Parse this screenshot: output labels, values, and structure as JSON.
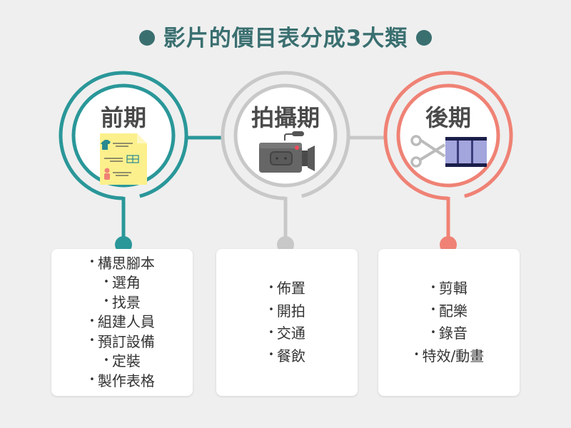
{
  "title": "影片的價目表分成3大類",
  "colors": {
    "pre": "#2a9799",
    "shoot": "#c8c8c8",
    "post": "#ef8275",
    "title": "#3a6f70"
  },
  "phases": [
    {
      "label": "前期",
      "icon": "script-document-icon",
      "items": [
        "構思腳本",
        "選角",
        "找景",
        "組建人員",
        "預訂設備",
        "定裝",
        "製作表格"
      ]
    },
    {
      "label": "拍攝期",
      "icon": "video-camera-icon",
      "items": [
        "佈置",
        "開拍",
        "交通",
        "餐飲"
      ]
    },
    {
      "label": "後期",
      "icon": "scissors-film-icon",
      "items": [
        "剪輯",
        "配樂",
        "錄音",
        "特效/動畫"
      ]
    }
  ]
}
